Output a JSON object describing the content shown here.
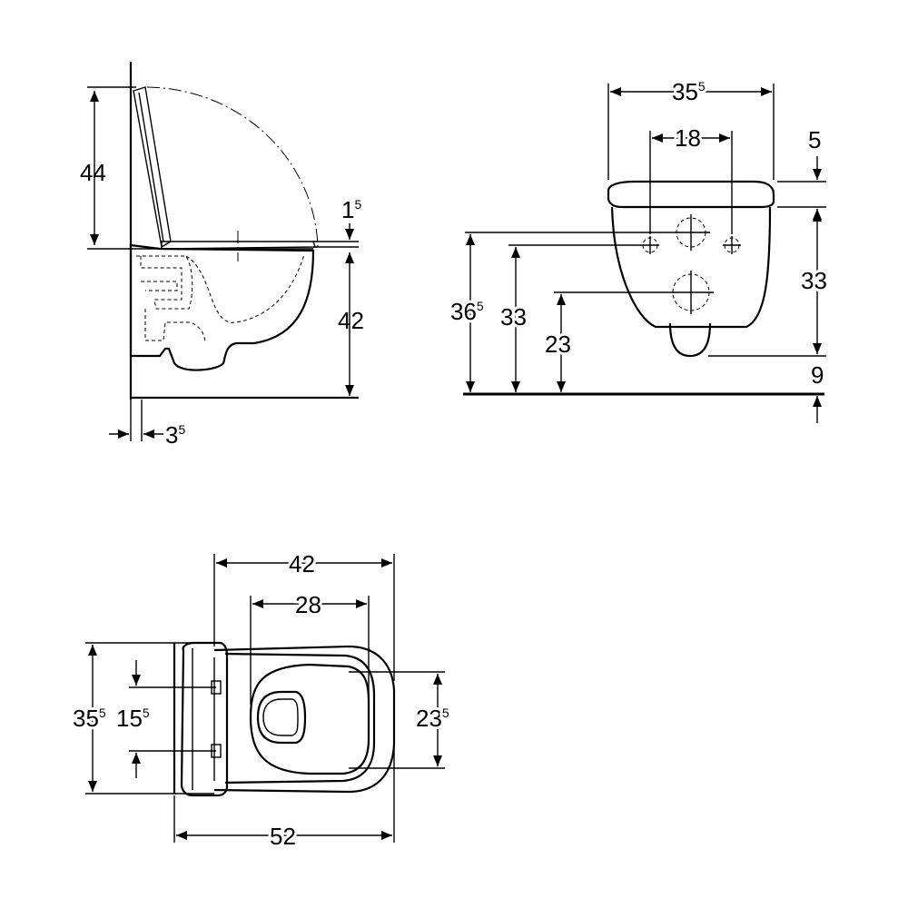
{
  "side_view": {
    "seat_height": "44",
    "seat_gap": {
      "main": "1",
      "sup": "5"
    },
    "rim_height": "42",
    "wall_offset": {
      "main": "3",
      "sup": "5"
    }
  },
  "front_view": {
    "overall_width": {
      "main": "35",
      "sup": "5"
    },
    "fixing_spacing": "18",
    "seat_top_offset": "5",
    "water_inlet_height": {
      "main": "36",
      "sup": "5"
    },
    "fixing_height": "33",
    "drain_height": "23",
    "bowl_height": "33",
    "base_clearance": "9"
  },
  "top_view": {
    "bowl_length": "42",
    "opening_length": "28",
    "overall_width": {
      "main": "35",
      "sup": "5"
    },
    "hinge_spacing": {
      "main": "15",
      "sup": "5"
    },
    "opening_width": {
      "main": "23",
      "sup": "5"
    },
    "overall_depth": "52"
  }
}
